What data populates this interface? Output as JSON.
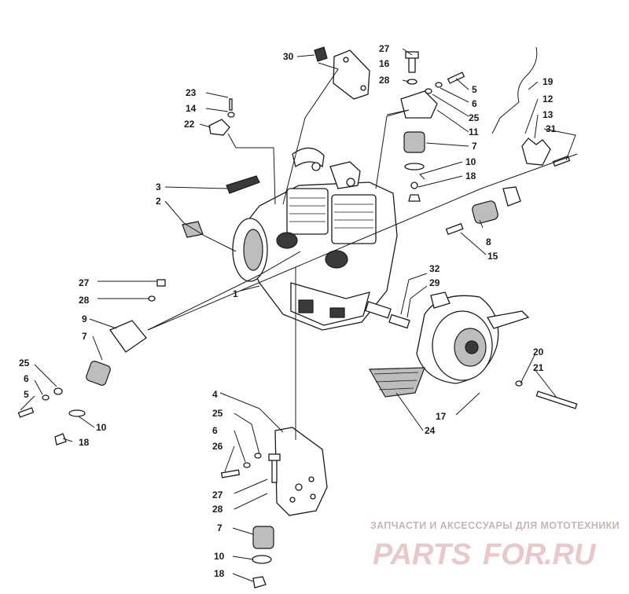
{
  "callouts": [
    {
      "id": "c30a",
      "text": "30"
    },
    {
      "id": "c16",
      "text": "16"
    },
    {
      "id": "c27a",
      "text": "27"
    },
    {
      "id": "c28a",
      "text": "28"
    },
    {
      "id": "c5a",
      "text": "5"
    },
    {
      "id": "c6a",
      "text": "6"
    },
    {
      "id": "c25a",
      "text": "25"
    },
    {
      "id": "c11",
      "text": "11"
    },
    {
      "id": "c7a",
      "text": "7"
    },
    {
      "id": "c10a",
      "text": "10"
    },
    {
      "id": "c18a",
      "text": "18"
    },
    {
      "id": "c19",
      "text": "19"
    },
    {
      "id": "c12",
      "text": "12"
    },
    {
      "id": "c13",
      "text": "13"
    },
    {
      "id": "c31",
      "text": "31"
    },
    {
      "id": "c23",
      "text": "23"
    },
    {
      "id": "c14",
      "text": "14"
    },
    {
      "id": "c22",
      "text": "22"
    },
    {
      "id": "c3",
      "text": "3"
    },
    {
      "id": "c2",
      "text": "2"
    },
    {
      "id": "c8",
      "text": "8"
    },
    {
      "id": "c15",
      "text": "15"
    },
    {
      "id": "c32",
      "text": "32"
    },
    {
      "id": "c29",
      "text": "29"
    },
    {
      "id": "c1",
      "text": "1"
    },
    {
      "id": "c27b",
      "text": "27"
    },
    {
      "id": "c28b",
      "text": "28"
    },
    {
      "id": "c9",
      "text": "9"
    },
    {
      "id": "c7b",
      "text": "7"
    },
    {
      "id": "c25b",
      "text": "25"
    },
    {
      "id": "c6b",
      "text": "6"
    },
    {
      "id": "c5b",
      "text": "5"
    },
    {
      "id": "c10b",
      "text": "10"
    },
    {
      "id": "c18b",
      "text": "18"
    },
    {
      "id": "c20",
      "text": "20"
    },
    {
      "id": "c21",
      "text": "21"
    },
    {
      "id": "c17",
      "text": "17"
    },
    {
      "id": "c24",
      "text": "24"
    },
    {
      "id": "c4",
      "text": "4"
    },
    {
      "id": "c25c",
      "text": "25"
    },
    {
      "id": "c6c",
      "text": "6"
    },
    {
      "id": "c26",
      "text": "26"
    },
    {
      "id": "c27c",
      "text": "27"
    },
    {
      "id": "c28c",
      "text": "28"
    },
    {
      "id": "c7c",
      "text": "7"
    },
    {
      "id": "c10c",
      "text": "10"
    },
    {
      "id": "c18c",
      "text": "18"
    }
  ],
  "watermark": {
    "caption": "ЗАПЧАСТИ И АКСЕССУАРЫ ДЛЯ МОТОТЕХНИКИ",
    "logo_part1": "PARTS",
    "logo_part2": "FOR",
    "logo_part3": ".RU",
    "logo_color": "#e9c8c8"
  }
}
